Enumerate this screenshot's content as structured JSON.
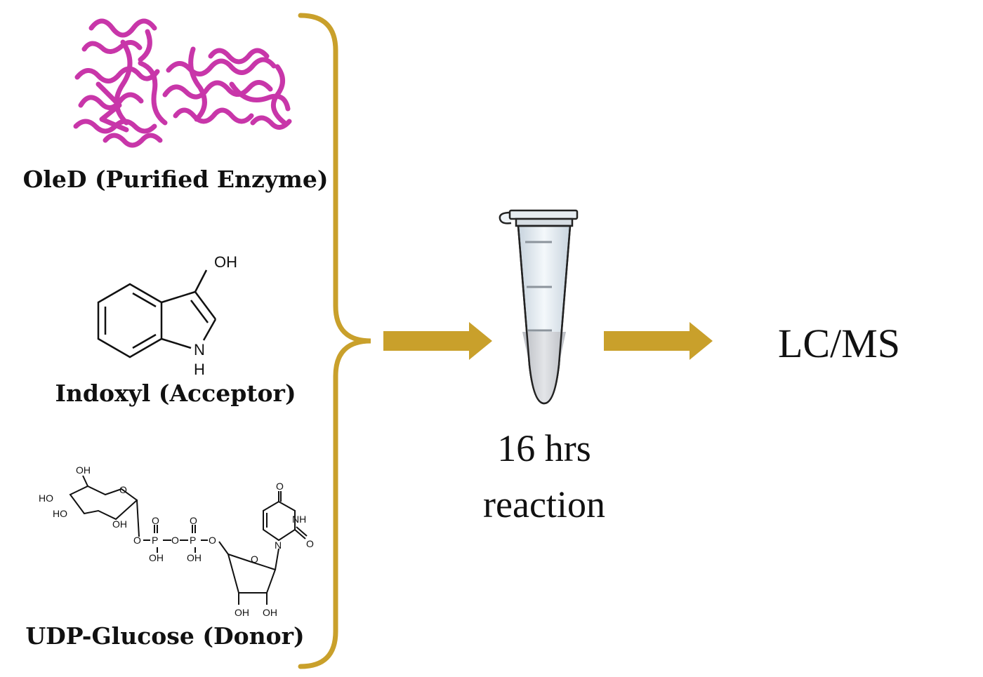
{
  "components": {
    "enzyme": {
      "label": "OleD (Purified Enzyme)"
    },
    "acceptor": {
      "label": "Indoxyl (Acceptor)",
      "atoms": {
        "oh": "OH",
        "n": "N",
        "h": "H"
      }
    },
    "donor": {
      "label": "UDP-Glucose (Donor)",
      "atoms": {
        "oh": "OH",
        "ho": "HO",
        "o": "O",
        "p": "P",
        "n": "N",
        "nh": "NH"
      }
    }
  },
  "reaction": {
    "time": "16 hrs",
    "caption": "reaction"
  },
  "analysis": {
    "label": "LC/MS"
  },
  "colors": {
    "accent": "#c9a02b",
    "protein": "#c62ca5",
    "tube_fill": "#d2d5da",
    "tube_body": "#eef3f7"
  }
}
